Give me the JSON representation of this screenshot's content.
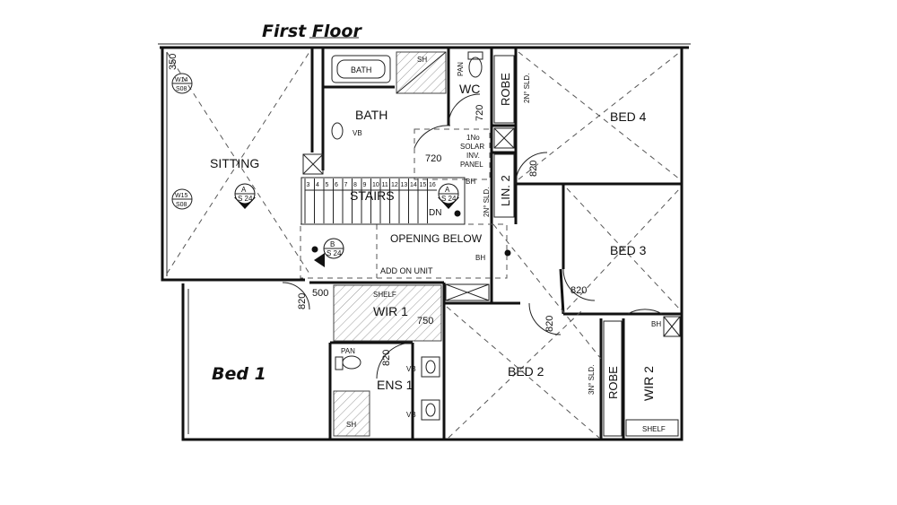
{
  "title": "First Floor",
  "rooms": {
    "sitting": "SITTING",
    "bath_room": "BATH",
    "bath_tub": "BATH",
    "wc": "WC",
    "robe_top": "ROBE",
    "bed4": "BED 4",
    "bed3": "BED 3",
    "bed2": "BED 2",
    "bed1": "Bed 1",
    "wir1": "WIR 1",
    "wir2": "WIR 2",
    "ens1": "ENS 1",
    "lin2": "LIN. 2",
    "robe_bed2": "ROBE",
    "stairs": "STAIRS"
  },
  "labels": {
    "sh_top": "SH",
    "pan_top": "PAN",
    "vb_bath": "VB",
    "solar1": "1No",
    "solar2": "SOLAR",
    "solar3": "INV.",
    "solar4": "PANEL",
    "bh1": "BH",
    "bh2": "BH",
    "bh3": "BH",
    "dn": "DN",
    "opening_below": "OPENING BELOW",
    "add_on_unit": "ADD ON UNIT",
    "shelf1": "SHELF",
    "shelf2": "SHELF",
    "pan_ens": "PAN",
    "vb_ens1": "VB",
    "vb_ens2": "VB",
    "sh_ens": "SH",
    "sld_robe": "2N° SLD.",
    "sld_lin": "2N° SLD.",
    "sld_bed2": "3N° SLD."
  },
  "dims": [
    "350",
    "720",
    "720",
    "820",
    "820",
    "820",
    "820",
    "500",
    "750",
    "820"
  ],
  "markers": {
    "w14_a": "W14",
    "w14_b": "S08",
    "w15_a": "W15",
    "w15_b": "S08",
    "sec_a1": "A",
    "sec_a1_sheet": "S 24",
    "sec_a2": "A",
    "sec_a2_sheet": "S 24",
    "sec_b": "B",
    "sec_b_sheet": "S 24"
  },
  "stair_steps": [
    "3",
    "4",
    "5",
    "6",
    "7",
    "8",
    "9",
    "10",
    "11",
    "12",
    "13",
    "14",
    "15",
    "16"
  ]
}
